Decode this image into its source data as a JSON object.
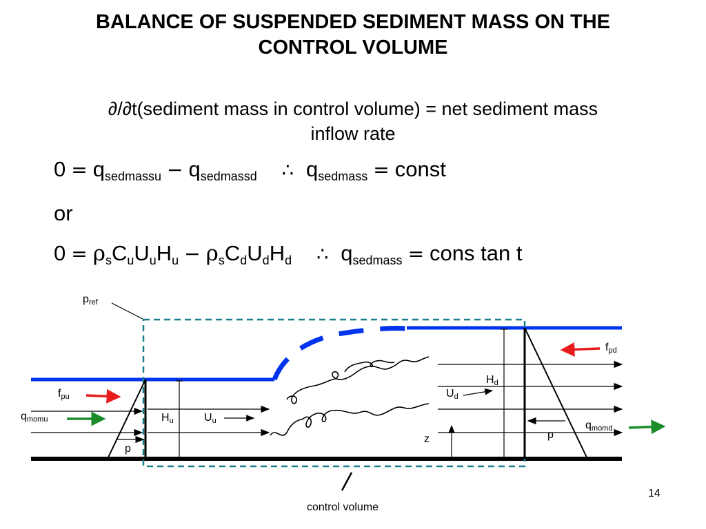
{
  "title_line1": "BALANCE OF SUSPENDED SEDIMENT MASS ON THE",
  "title_line2": "CONTROL VOLUME",
  "statement_line1": "∂/∂t(sediment mass in control volume) = net sediment mass",
  "statement_line2": "inflow rate",
  "eq1": {
    "lhs": "0",
    "q1": "q",
    "q1_sub": "sedmassu",
    "q2": "q",
    "q2_sub": "sedmassd",
    "therefore": "∴",
    "q3": "q",
    "q3_sub": "sedmass",
    "rhs": "const"
  },
  "or_text": "or",
  "eq2": {
    "lhs": "0",
    "rho1_sub": "s",
    "C1_sub": "u",
    "U1_sub": "u",
    "H1_sub": "u",
    "rho2_sub": "s",
    "C2_sub": "d",
    "U2_sub": "d",
    "H2_sub": "d",
    "therefore": "∴",
    "q_sub": "sedmass",
    "rhs": "cons tan t"
  },
  "diagram": {
    "p_ref": "p",
    "p_ref_sub": "ref",
    "f_pu": "f",
    "f_pu_sub": "pu",
    "q_momu": "q",
    "q_momu_sub": "momu",
    "H_u": "H",
    "H_u_sub": "u",
    "U_u": "U",
    "U_u_sub": "u",
    "p_left": "p",
    "H_d": "H",
    "H_d_sub": "d",
    "U_d": "U",
    "U_d_sub": "d",
    "f_pd": "f",
    "f_pd_sub": "pd",
    "q_momd": "q",
    "q_momd_sub": "momd",
    "p_right": "p",
    "z": "z",
    "control_volume": "control volume"
  },
  "colors": {
    "water_surface": "#0033ee",
    "control_volume": "#1a7f8c",
    "force_arrow": "#e81c1c",
    "momentum_arrow": "#1a8c2a"
  },
  "page_number": "14"
}
